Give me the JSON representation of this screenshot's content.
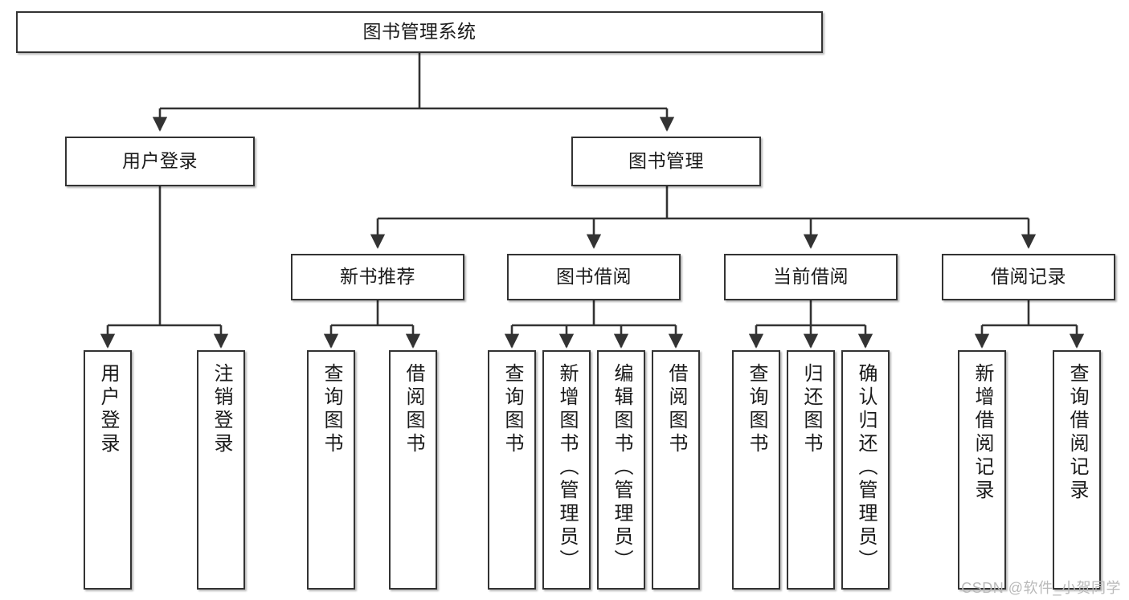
{
  "diagram": {
    "title": "图书管理系统",
    "type": "tree",
    "watermark": "CSDN @软件_小贺同学",
    "colors": {
      "box_border": "#333333",
      "box_fill": "#ffffff",
      "edge": "#333333",
      "text": "#1a1a1a",
      "watermark": "#b9b9b9"
    },
    "nodes": {
      "root": {
        "label": "图书管理系统"
      },
      "level2": [
        {
          "id": "user-login",
          "label": "用户登录"
        },
        {
          "id": "book-manage",
          "label": "图书管理"
        }
      ],
      "level3": [
        {
          "id": "new-book-recommend",
          "label": "新书推荐"
        },
        {
          "id": "book-borrow",
          "label": "图书借阅"
        },
        {
          "id": "current-borrow",
          "label": "当前借阅"
        },
        {
          "id": "borrow-record",
          "label": "借阅记录"
        }
      ],
      "leaves": {
        "user-login": [
          {
            "id": "leaf-user-login",
            "label": "用户登录"
          },
          {
            "id": "leaf-user-logout",
            "label": "注销登录"
          }
        ],
        "new-book-recommend": [
          {
            "id": "leaf-query-book-1",
            "label": "查询图书"
          },
          {
            "id": "leaf-borrow-book-1",
            "label": "借阅图书"
          }
        ],
        "book-borrow": [
          {
            "id": "leaf-query-book-2",
            "label": "查询图书"
          },
          {
            "id": "leaf-add-book",
            "label": "新增图书（管理员）"
          },
          {
            "id": "leaf-edit-book",
            "label": "编辑图书（管理员）"
          },
          {
            "id": "leaf-borrow-book-2",
            "label": "借阅图书"
          }
        ],
        "current-borrow": [
          {
            "id": "leaf-query-book-3",
            "label": "查询图书"
          },
          {
            "id": "leaf-return-book",
            "label": "归还图书"
          },
          {
            "id": "leaf-confirm-return",
            "label": "确认归还（管理员）"
          }
        ],
        "borrow-record": [
          {
            "id": "leaf-add-record",
            "label": "新增借阅记录"
          },
          {
            "id": "leaf-query-record",
            "label": "查询借阅记录"
          }
        ]
      }
    },
    "edges": [
      {
        "from": "root",
        "to": "user-login"
      },
      {
        "from": "root",
        "to": "book-manage"
      },
      {
        "from": "book-manage",
        "to": "new-book-recommend"
      },
      {
        "from": "book-manage",
        "to": "book-borrow"
      },
      {
        "from": "book-manage",
        "to": "current-borrow"
      },
      {
        "from": "book-manage",
        "to": "borrow-record"
      },
      {
        "from": "user-login",
        "to": "leaf-user-login"
      },
      {
        "from": "user-login",
        "to": "leaf-user-logout"
      },
      {
        "from": "new-book-recommend",
        "to": "leaf-query-book-1"
      },
      {
        "from": "new-book-recommend",
        "to": "leaf-borrow-book-1"
      },
      {
        "from": "book-borrow",
        "to": "leaf-query-book-2"
      },
      {
        "from": "book-borrow",
        "to": "leaf-add-book"
      },
      {
        "from": "book-borrow",
        "to": "leaf-edit-book"
      },
      {
        "from": "book-borrow",
        "to": "leaf-borrow-book-2"
      },
      {
        "from": "current-borrow",
        "to": "leaf-query-book-3"
      },
      {
        "from": "current-borrow",
        "to": "leaf-return-book"
      },
      {
        "from": "current-borrow",
        "to": "leaf-confirm-return"
      },
      {
        "from": "borrow-record",
        "to": "leaf-add-record"
      },
      {
        "from": "borrow-record",
        "to": "leaf-query-record"
      }
    ]
  }
}
